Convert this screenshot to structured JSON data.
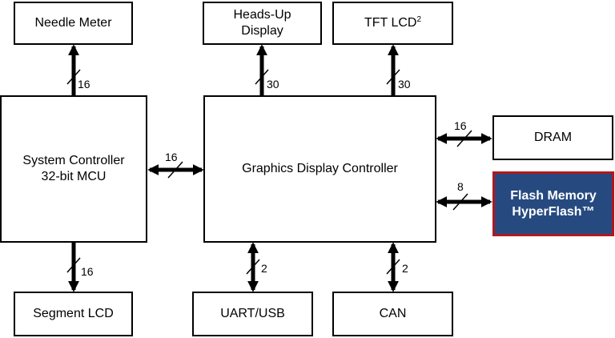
{
  "blocks": {
    "needle_meter": "Needle Meter",
    "hud_line1": "Heads-Up",
    "hud_line2": "Display",
    "tft_lcd": "TFT LCD",
    "tft_sup": "2",
    "system_controller_line1": "System Controller",
    "system_controller_line2": "32-bit MCU",
    "graphics_controller": "Graphics Display Controller",
    "dram": "DRAM",
    "flash_line1": "Flash Memory",
    "flash_line2": "HyperFlash™",
    "segment_lcd": "Segment LCD",
    "uart_usb": "UART/USB",
    "can": "CAN"
  },
  "buses": {
    "mcu_to_needle": "16",
    "gdc_to_hud": "30",
    "gdc_to_tft": "30",
    "mcu_gdc": "16",
    "gdc_dram": "16",
    "gdc_flash": "8",
    "mcu_to_segment": "16",
    "gdc_uart": "2",
    "gdc_can": "2"
  },
  "colors": {
    "line": "#000000",
    "flash_fill": "#264a80",
    "flash_border": "#b0181e",
    "flash_text": "#ffffff"
  }
}
